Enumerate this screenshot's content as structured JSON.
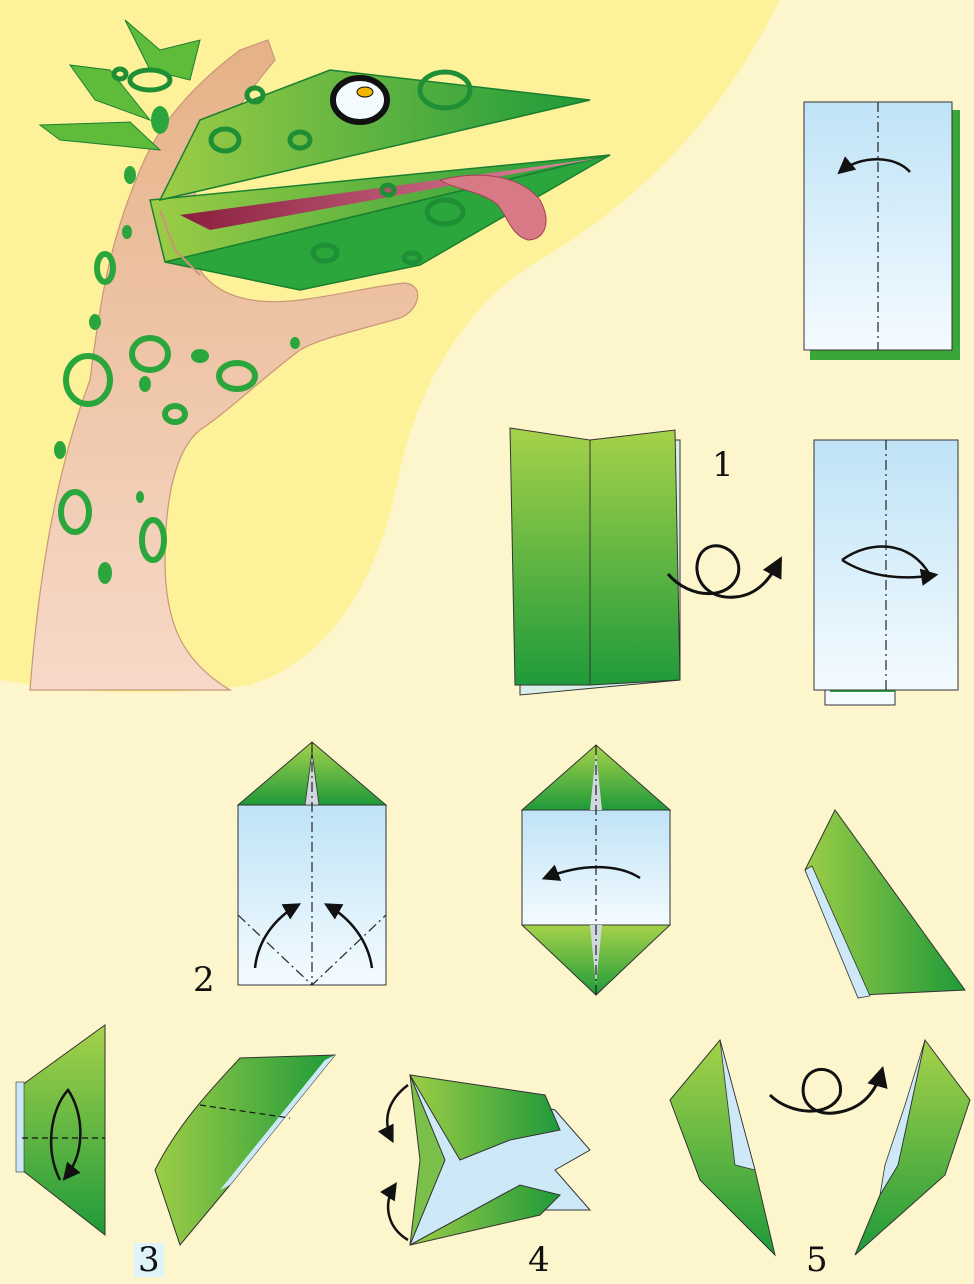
{
  "title": "",
  "steps": [
    {
      "label": "1"
    },
    {
      "label": "2"
    },
    {
      "label": "3"
    },
    {
      "label": "4"
    },
    {
      "label": "5"
    }
  ],
  "colors": {
    "background": "#fdf6cc",
    "hand_bg": "#fdf29a",
    "paper_green": "#3fae3a",
    "paper_light": "#cde9f7",
    "tongue": "#c8325e",
    "skin": "#f1c7a8"
  },
  "icons": [
    "fold-arrow-icon",
    "flip-over-icon",
    "puppet-illustration"
  ]
}
